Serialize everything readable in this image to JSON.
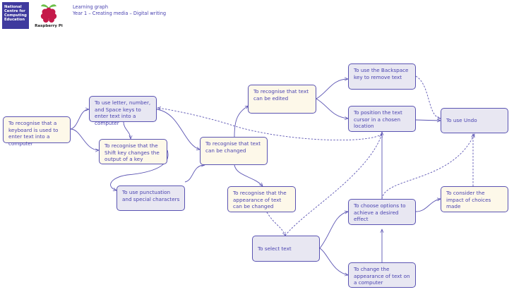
{
  "header": {
    "ncce_logo": "National Centre for Computing Education",
    "rpi_logo": "Raspberry Pi",
    "title": "Learning graph",
    "subtitle": "Year 1 – Creating media – Digital writing"
  },
  "colors": {
    "node_yellow": "#fdf8e9",
    "node_purple": "#e8e7f2",
    "border": "#5a53b2",
    "text": "#4a43b0"
  },
  "nodes": [
    {
      "id": "recognise-keyboard",
      "label": "To recognise that a keyboard is used to enter text into a computer",
      "style": "yellow"
    },
    {
      "id": "use-keys",
      "label": "To use letter, number, and Space keys to enter text into a computer",
      "style": "purple"
    },
    {
      "id": "shift-key",
      "label": "To recognise that the Shift key changes the output of a key",
      "style": "yellow"
    },
    {
      "id": "punctuation",
      "label": "To use punctuation and special characters",
      "style": "purple"
    },
    {
      "id": "text-changed",
      "label": "To recognise that text can be changed",
      "style": "yellow"
    },
    {
      "id": "text-edited",
      "label": "To recognise that text can be edited",
      "style": "yellow"
    },
    {
      "id": "appearance",
      "label": "To recognise that the appearance of text can be changed",
      "style": "yellow"
    },
    {
      "id": "backspace",
      "label": "To use the Backspace key to remove text",
      "style": "purple"
    },
    {
      "id": "position-cursor",
      "label": "To position the text cursor in a chosen location",
      "style": "purple"
    },
    {
      "id": "undo",
      "label": "To use Undo",
      "style": "purple"
    },
    {
      "id": "select-text",
      "label": "To select text",
      "style": "purple"
    },
    {
      "id": "choose-options",
      "label": "To choose options to achieve a desired effect",
      "style": "purple"
    },
    {
      "id": "change-appearance",
      "label": "To change the appearance of text on a computer",
      "style": "purple"
    },
    {
      "id": "consider-impact",
      "label": "To consider the impact of choices made",
      "style": "yellow"
    }
  ]
}
